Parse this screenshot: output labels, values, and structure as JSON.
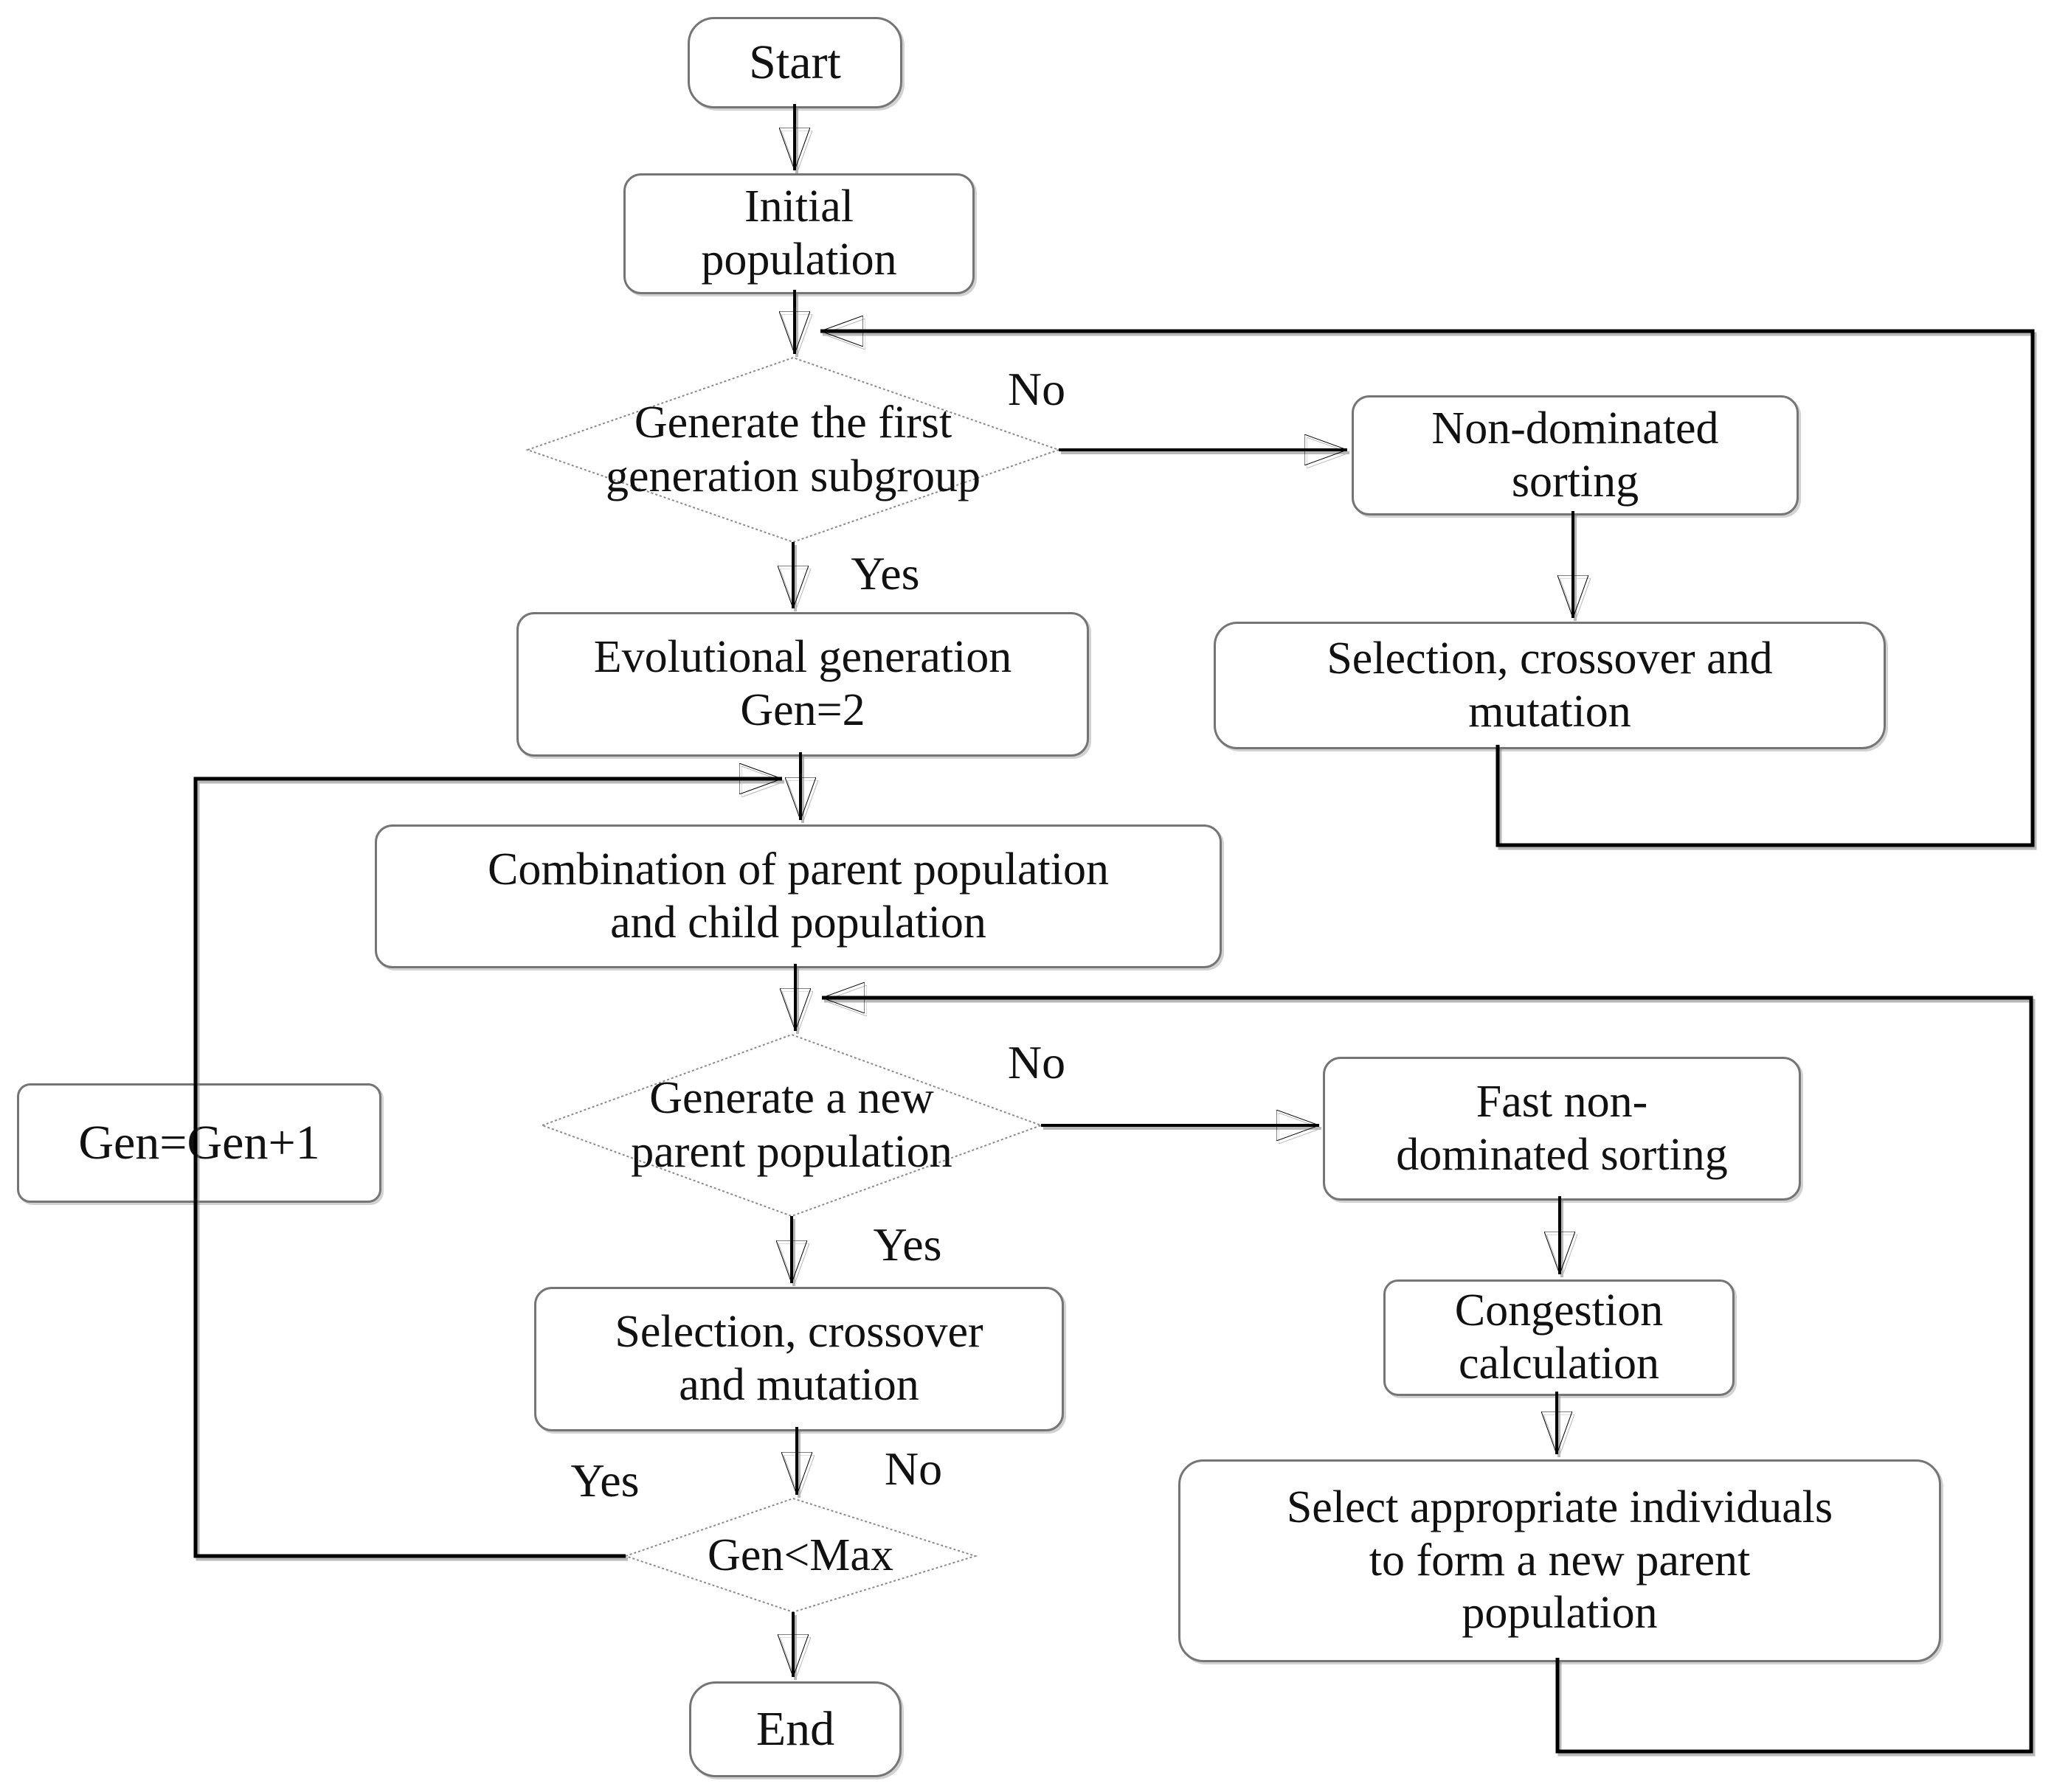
{
  "colors": {
    "background": "#ffffff",
    "connector_line": "#000000",
    "box_border": "#757575",
    "diamond_border": "#8a8a8a",
    "text": "#111111"
  },
  "nodes": {
    "start": {
      "shape": "rounded",
      "lines": [
        "Start"
      ]
    },
    "initial_population": {
      "shape": "rect",
      "lines": [
        "Initial",
        "population"
      ]
    },
    "first_gen_decision": {
      "shape": "diamond",
      "lines": [
        "Generate the first",
        "generation subgroup"
      ]
    },
    "non_dominated_sorting": {
      "shape": "rect",
      "lines": [
        "Non-dominated",
        "sorting"
      ]
    },
    "selection_crossover_mutation_top": {
      "shape": "rect",
      "lines": [
        "Selection, crossover and",
        "mutation"
      ]
    },
    "evolutional_generation": {
      "shape": "rect",
      "lines": [
        "Evolutional generation",
        "Gen=2"
      ]
    },
    "combination": {
      "shape": "rect",
      "lines": [
        "Combination of parent population",
        "and child population"
      ]
    },
    "new_parent_decision": {
      "shape": "diamond",
      "lines": [
        "Generate a new",
        "parent population"
      ]
    },
    "fast_non_dominated_sorting": {
      "shape": "rect",
      "lines": [
        "Fast non-",
        "dominated sorting"
      ]
    },
    "congestion_calculation": {
      "shape": "rect",
      "lines": [
        "Congestion",
        "calculation"
      ]
    },
    "select_appropriate": {
      "shape": "rect",
      "lines": [
        "Select appropriate individuals",
        "to form a new parent",
        "population"
      ]
    },
    "selection_crossover_mutation_bottom": {
      "shape": "rect",
      "lines": [
        "Selection, crossover",
        "and mutation"
      ]
    },
    "gen_increment": {
      "shape": "rect",
      "lines": [
        "Gen=Gen+1"
      ]
    },
    "gen_max_decision": {
      "shape": "diamond",
      "lines": [
        "Gen<Max"
      ]
    },
    "end": {
      "shape": "rounded",
      "lines": [
        "End"
      ]
    }
  },
  "edge_labels": {
    "no_first_gen": "No",
    "yes_first_gen": "Yes",
    "no_new_parent": "No",
    "yes_new_parent": "Yes",
    "yes_gen_max": "Yes",
    "no_gen_max": "No"
  },
  "edges": [
    {
      "from": "start",
      "to": "initial_population"
    },
    {
      "from": "initial_population",
      "to": "first_gen_decision"
    },
    {
      "from": "first_gen_decision",
      "to": "non_dominated_sorting",
      "label": "No"
    },
    {
      "from": "first_gen_decision",
      "to": "evolutional_generation",
      "label": "Yes"
    },
    {
      "from": "non_dominated_sorting",
      "to": "selection_crossover_mutation_top"
    },
    {
      "from": "selection_crossover_mutation_top",
      "to": "first_gen_decision",
      "type": "loop"
    },
    {
      "from": "evolutional_generation",
      "to": "combination"
    },
    {
      "from": "combination",
      "to": "new_parent_decision"
    },
    {
      "from": "new_parent_decision",
      "to": "fast_non_dominated_sorting",
      "label": "No"
    },
    {
      "from": "new_parent_decision",
      "to": "selection_crossover_mutation_bottom",
      "label": "Yes"
    },
    {
      "from": "fast_non_dominated_sorting",
      "to": "congestion_calculation"
    },
    {
      "from": "congestion_calculation",
      "to": "select_appropriate"
    },
    {
      "from": "select_appropriate",
      "to": "new_parent_decision",
      "type": "loop"
    },
    {
      "from": "selection_crossover_mutation_bottom",
      "to": "gen_max_decision"
    },
    {
      "from": "gen_max_decision",
      "to": "gen_increment",
      "label": "Yes"
    },
    {
      "from": "gen_increment",
      "to": "combination",
      "type": "loop"
    },
    {
      "from": "gen_max_decision",
      "to": "end",
      "label": "No"
    }
  ]
}
